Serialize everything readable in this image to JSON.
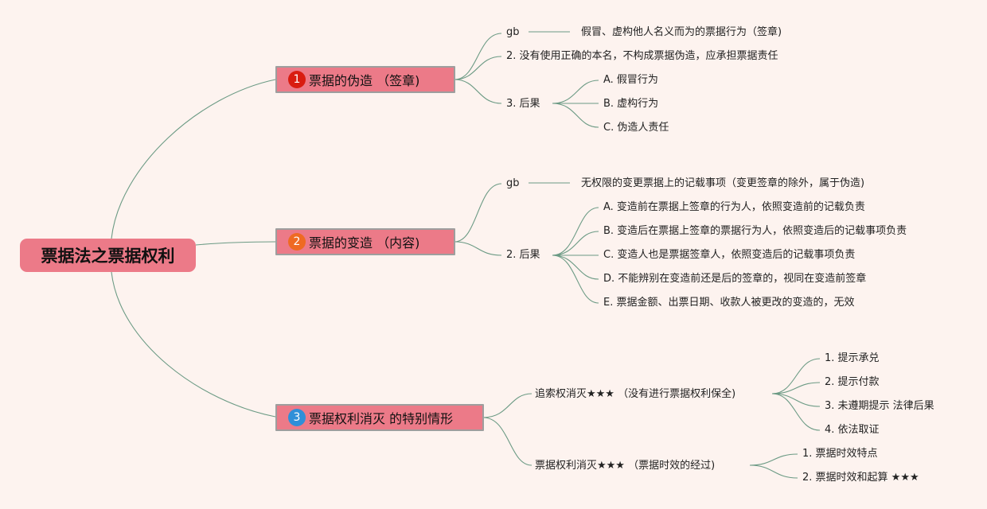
{
  "root": {
    "label": "票据法之票据权利"
  },
  "branches": [
    {
      "number": "1",
      "badge_color": "#d91c10",
      "label": "票据的伪造 （签章)",
      "items": [
        {
          "label": "gb",
          "note": "假冒、虚构他人名义而为的票据行为（签章)"
        },
        {
          "label": "2. 没有使用正确的本名，不构成票据伪造，应承担票据责任"
        },
        {
          "label": "3. 后果",
          "children": [
            "A. 假冒行为",
            "B. 虚构行为",
            "C. 伪造人责任"
          ]
        }
      ]
    },
    {
      "number": "2",
      "badge_color": "#ef6a22",
      "label": "票据的变造 （内容)",
      "items": [
        {
          "label": "gb",
          "note": "无权限的变更票据上的记载事项（变更签章的除外，属于伪造)"
        },
        {
          "label": "2. 后果",
          "children": [
            "A. 变造前在票据上签章的行为人，依照变造前的记载负责",
            "B. 变造后在票据上签章的票据行为人，依照变造后的记载事项负责",
            "C. 变造人也是票据签章人，依照变造后的记载事项负责",
            "D. 不能辨别在变造前还是后的签章的，视同在变造前签章",
            "E. 票据金额、出票日期、收款人被更改的变造的，无效"
          ]
        }
      ]
    },
    {
      "number": "3",
      "badge_color": "#2f8fd8",
      "label": "票据权利消灭 的特别情形",
      "items": [
        {
          "label": "追索权消灭★★★ （没有进行票据权利保全)",
          "children": [
            "1. 提示承兑",
            "2. 提示付款",
            "3. 未遵期提示 法律后果",
            "4. 依法取证"
          ]
        },
        {
          "label": "票据权利消灭★★★ （票据时效的经过)",
          "children": [
            "1. 票据时效特点",
            "2. 票据时效和起算 ★★★"
          ]
        }
      ]
    }
  ]
}
